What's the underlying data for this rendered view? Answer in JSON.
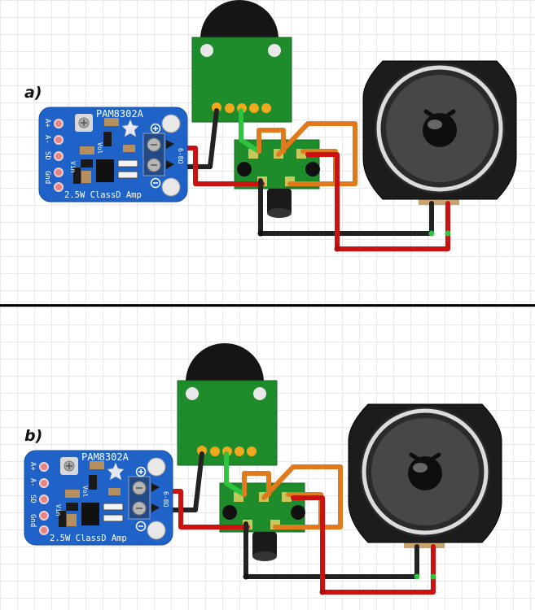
{
  "panels": [
    {
      "label": "a)",
      "amp": {
        "model": "PAM8302A",
        "subtitle": "2.5W ClassD Amp",
        "pins": [
          "A+",
          "A-",
          "SD",
          "Gnd"
        ],
        "vol": "Vol",
        "vin": "Vin",
        "output_label": "6-8Ω"
      }
    },
    {
      "label": "b)",
      "amp": {
        "model": "PAM8302A",
        "subtitle": "2.5W ClassD Amp",
        "pins": [
          "A+",
          "A-",
          "SD",
          "Gnd"
        ],
        "vol": "Vol",
        "vin": "Vin",
        "output_label": "6-8Ω"
      }
    }
  ],
  "colors": {
    "amp_board": "#1f63c8",
    "pcb_green": "#1f8c2c",
    "wire_red": "#cc1111",
    "wire_black": "#222222",
    "wire_orange": "#e07a1c",
    "wire_green": "#2ec43e",
    "pad_gold": "#f2a81d",
    "divider": "#000000"
  },
  "icons": [
    "potentiometer-knob-icon",
    "adafruit-flower-icon",
    "speaker-cone-icon",
    "audio-jack-icon",
    "plus-icon",
    "minus-icon"
  ]
}
